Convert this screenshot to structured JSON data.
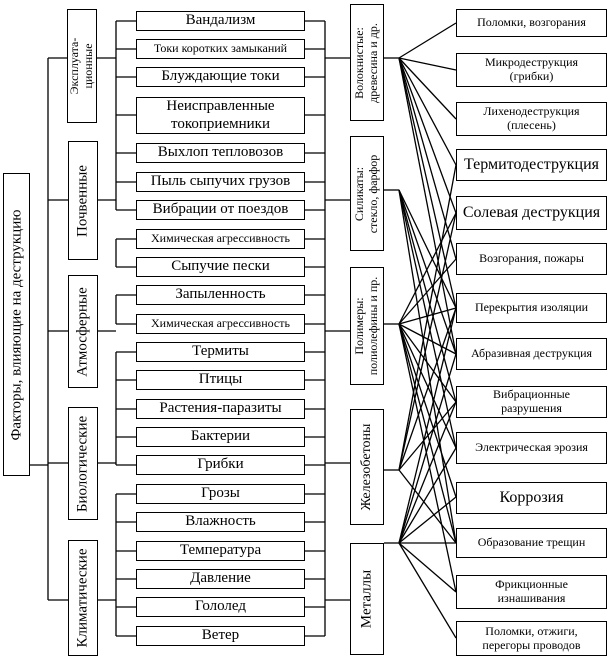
{
  "title": "Факторы, влияющие на деструкцию",
  "groups": [
    "Эксплуата-\nционные",
    "Почвенные",
    "Атмосферные",
    "Биологические",
    "Климатические"
  ],
  "factors": [
    "Вандализм",
    "Токи коротких замыканий",
    "Блуждающие токи",
    "Неисправленные\nтокоприемники",
    "Выхлоп тепловозов",
    "Пыль сыпучих грузов",
    "Вибрации от поездов",
    "Химическая агрессивность",
    "Сыпучие пески",
    "Запыленность",
    "Химическая агрессивность",
    "Термиты",
    "Птицы",
    "Растения-паразиты",
    "Бактерии",
    "Грибки",
    "Грозы",
    "Влажность",
    "Температура",
    "Давление",
    "Гололед",
    "Ветер"
  ],
  "materials": [
    "Волокнистые:\nдревесина и др.",
    "Силикаты:\nстекло, фарфор",
    "Полимеры:\nполиолефины и пр.",
    "Железобетоны",
    "Металлы"
  ],
  "destructions": [
    "Поломки, возгорания",
    "Микродеструкция\n(грибки)",
    "Лихенодеструкция\n(плесень)",
    "Термитодеструкция",
    "Солевая деструкция",
    "Возгорания, пожары",
    "Перекрытия изоляции",
    "Абразивная деструкция",
    "Вибрационные\nразрушения",
    "Электрическая эрозия",
    "Коррозия",
    "Образование трещин",
    "Фрикционные\nизнашивания",
    "Поломки, отжиги,\nперегоры проводов"
  ]
}
